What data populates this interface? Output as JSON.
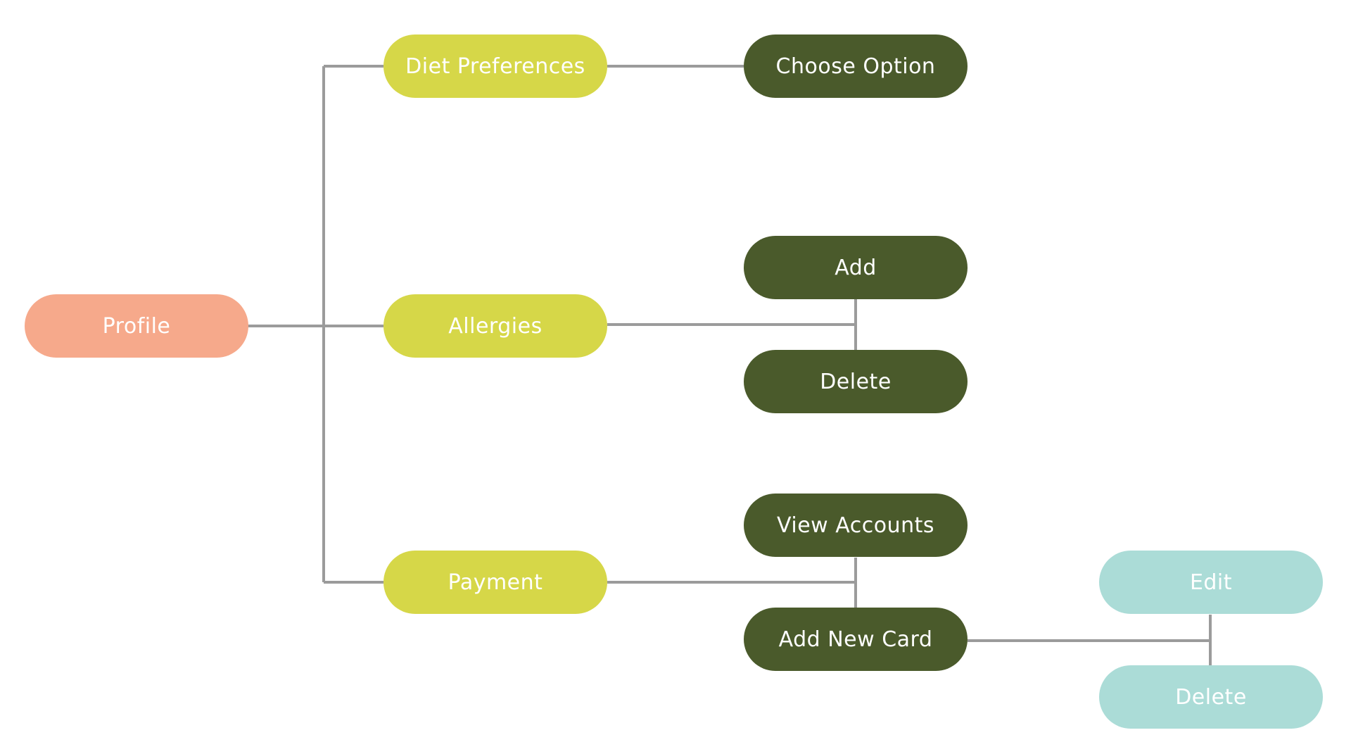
{
  "colors": {
    "connector": "#9b9b9b",
    "root": "#f6a98b",
    "level1": "#d6d748",
    "level2": "#4a5a2b",
    "level3": "#abdcd7",
    "text": "#ffffff"
  },
  "tree": {
    "root": {
      "label": "Profile"
    },
    "diet": {
      "label": "Diet Preferences",
      "choose_option": {
        "label": "Choose Option"
      }
    },
    "allergies": {
      "label": "Allergies",
      "add": {
        "label": "Add"
      },
      "delete": {
        "label": "Delete"
      }
    },
    "payment": {
      "label": "Payment",
      "view_accounts": {
        "label": "View Accounts"
      },
      "add_new_card": {
        "label": "Add New Card",
        "edit": {
          "label": "Edit"
        },
        "delete": {
          "label": "Delete"
        }
      }
    }
  }
}
